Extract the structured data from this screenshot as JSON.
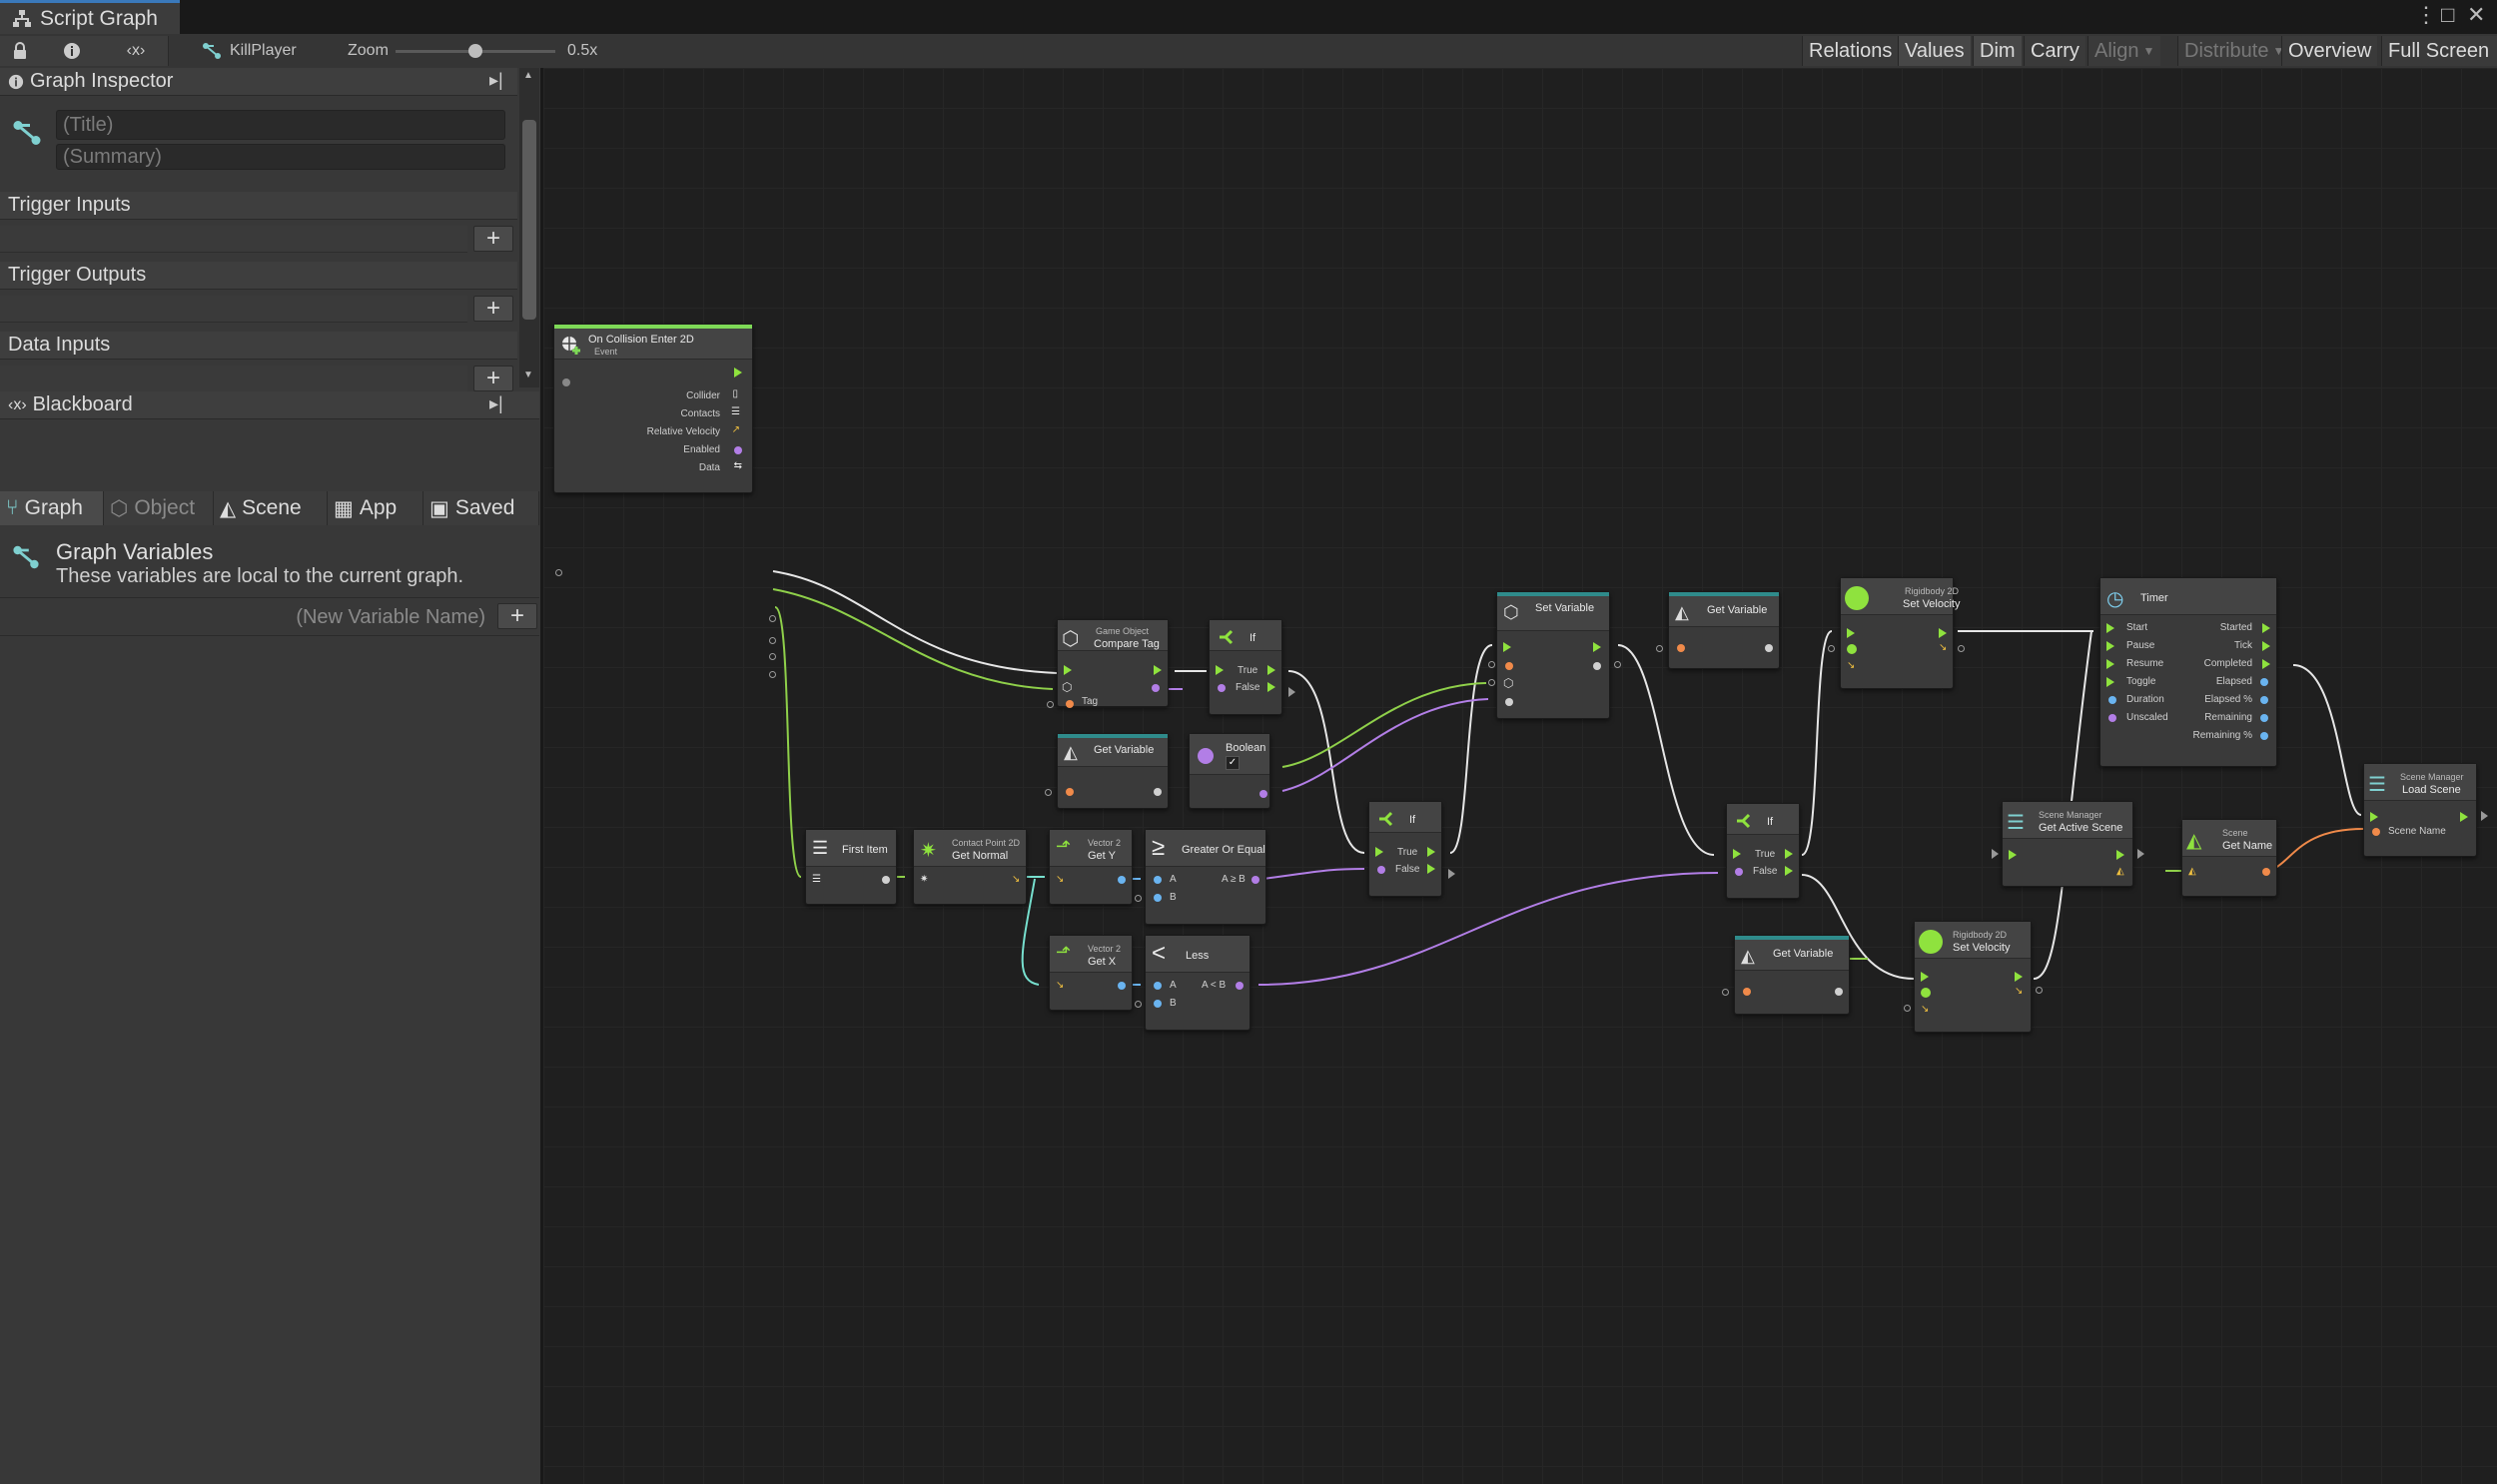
{
  "window": {
    "tab_title": "Script Graph"
  },
  "toolbar": {
    "graph_name": "KillPlayer",
    "zoom_label": "Zoom",
    "zoom_value": "0.5x",
    "zoom_fraction": 0.5,
    "right_buttons": [
      "Relations",
      "Values",
      "Dim",
      "Carry",
      "Align",
      "Distribute",
      "Overview",
      "Full Screen"
    ]
  },
  "inspector": {
    "title": "Graph Inspector",
    "title_placeholder": "(Title)",
    "summary_placeholder": "(Summary)",
    "sections": [
      "Trigger Inputs",
      "Trigger Outputs",
      "Data Inputs"
    ]
  },
  "blackboard": {
    "title": "Blackboard",
    "tabs": [
      "Graph",
      "Object",
      "Scene",
      "App",
      "Saved"
    ],
    "heading": "Graph Variables",
    "description": "These variables are local to the current graph.",
    "new_variable_placeholder": "(New Variable Name)"
  },
  "nodes": {
    "on_collision": {
      "title": "On Collision Enter 2D",
      "sub": "Event",
      "ports": [
        "Collider",
        "Contacts",
        "Relative Velocity",
        "Enabled",
        "Data"
      ]
    },
    "compare_tag": {
      "sub": "Game Object",
      "title": "Compare Tag",
      "port": "Tag"
    },
    "if1": {
      "title": "If",
      "true": "True",
      "false": "False"
    },
    "get_variable1": {
      "title": "Get Variable"
    },
    "boolean": {
      "title": "Boolean"
    },
    "if2": {
      "title": "If",
      "true": "True",
      "false": "False"
    },
    "set_variable": {
      "title": "Set Variable"
    },
    "get_variable2": {
      "title": "Get Variable"
    },
    "rb_set_velocity1": {
      "sub": "Rigidbody 2D",
      "title": "Set Velocity"
    },
    "timer": {
      "title": "Timer",
      "inputs": [
        "Start",
        "Pause",
        "Resume",
        "Toggle",
        "Duration",
        "Unscaled"
      ],
      "outputs": [
        "Started",
        "Tick",
        "Completed",
        "Elapsed",
        "Elapsed %",
        "Remaining",
        "Remaining %"
      ]
    },
    "load_scene": {
      "sub": "Scene Manager",
      "title": "Load Scene",
      "port": "Scene Name"
    },
    "first_item": {
      "title": "First Item"
    },
    "get_normal": {
      "sub": "Contact Point 2D",
      "title": "Get Normal"
    },
    "get_y": {
      "sub": "Vector 2",
      "title": "Get Y"
    },
    "greater_equal": {
      "title": "Greater Or Equal",
      "a": "A",
      "b": "B",
      "out": "A ≥ B"
    },
    "get_x": {
      "sub": "Vector 2",
      "title": "Get X"
    },
    "less": {
      "title": "Less",
      "a": "A",
      "b": "B",
      "out": "A < B"
    },
    "if3": {
      "title": "If",
      "true": "True",
      "false": "False"
    },
    "get_active_scene": {
      "sub": "Scene Manager",
      "title": "Get Active Scene"
    },
    "scene_get_name": {
      "sub": "Scene",
      "title": "Get Name"
    },
    "get_variable3": {
      "title": "Get Variable"
    },
    "rb_set_velocity2": {
      "sub": "Rigidbody 2D",
      "title": "Set Velocity"
    }
  },
  "colors": {
    "control_flow": "#8fe23e",
    "object_port": "#d0d0d0",
    "bool_port": "#b27ee6",
    "float_port": "#6ab4f0",
    "string_port": "#f08a4a",
    "vector_port": "#77e0cf",
    "event_header": "#7ed957",
    "variable_header": "#2f8b8b"
  }
}
